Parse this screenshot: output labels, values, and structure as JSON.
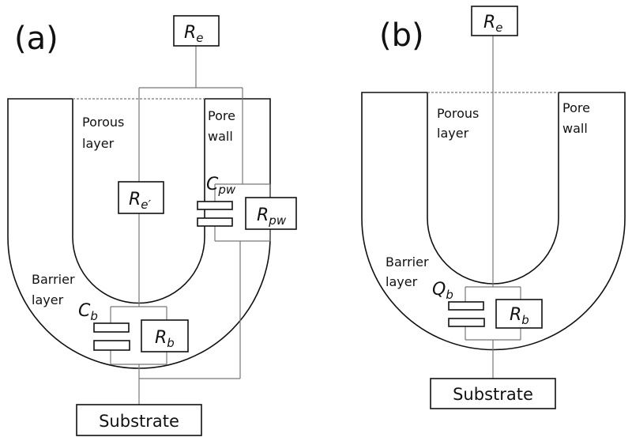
{
  "figure": {
    "panels": [
      {
        "id": "a",
        "label": "(a)",
        "components": {
          "electrolyte_resistance": {
            "symbol": "R",
            "subscript": "e"
          },
          "pore_electrolyte_resistance": {
            "symbol": "R",
            "subscript": "e′"
          },
          "pore_wall_capacitance": {
            "symbol": "C",
            "subscript": "pw"
          },
          "pore_wall_resistance": {
            "symbol": "R",
            "subscript": "pw"
          },
          "barrier_capacitance": {
            "symbol": "C",
            "subscript": "b"
          },
          "barrier_resistance": {
            "symbol": "R",
            "subscript": "b"
          }
        },
        "regions": {
          "porous_layer": [
            "Porous",
            "layer"
          ],
          "pore_wall": [
            "Pore",
            "wall"
          ],
          "barrier_layer": [
            "Barrier",
            "layer"
          ]
        },
        "substrate": "Substrate"
      },
      {
        "id": "b",
        "label": "(b)",
        "components": {
          "electrolyte_resistance": {
            "symbol": "R",
            "subscript": "e"
          },
          "barrier_cpe": {
            "symbol": "Q",
            "subscript": "b"
          },
          "barrier_resistance": {
            "symbol": "R",
            "subscript": "b"
          }
        },
        "regions": {
          "porous_layer": [
            "Porous",
            "layer"
          ],
          "pore_wall": [
            "Pore",
            "wall"
          ],
          "barrier_layer": [
            "Barrier",
            "layer"
          ]
        },
        "substrate": "Substrate"
      }
    ]
  }
}
